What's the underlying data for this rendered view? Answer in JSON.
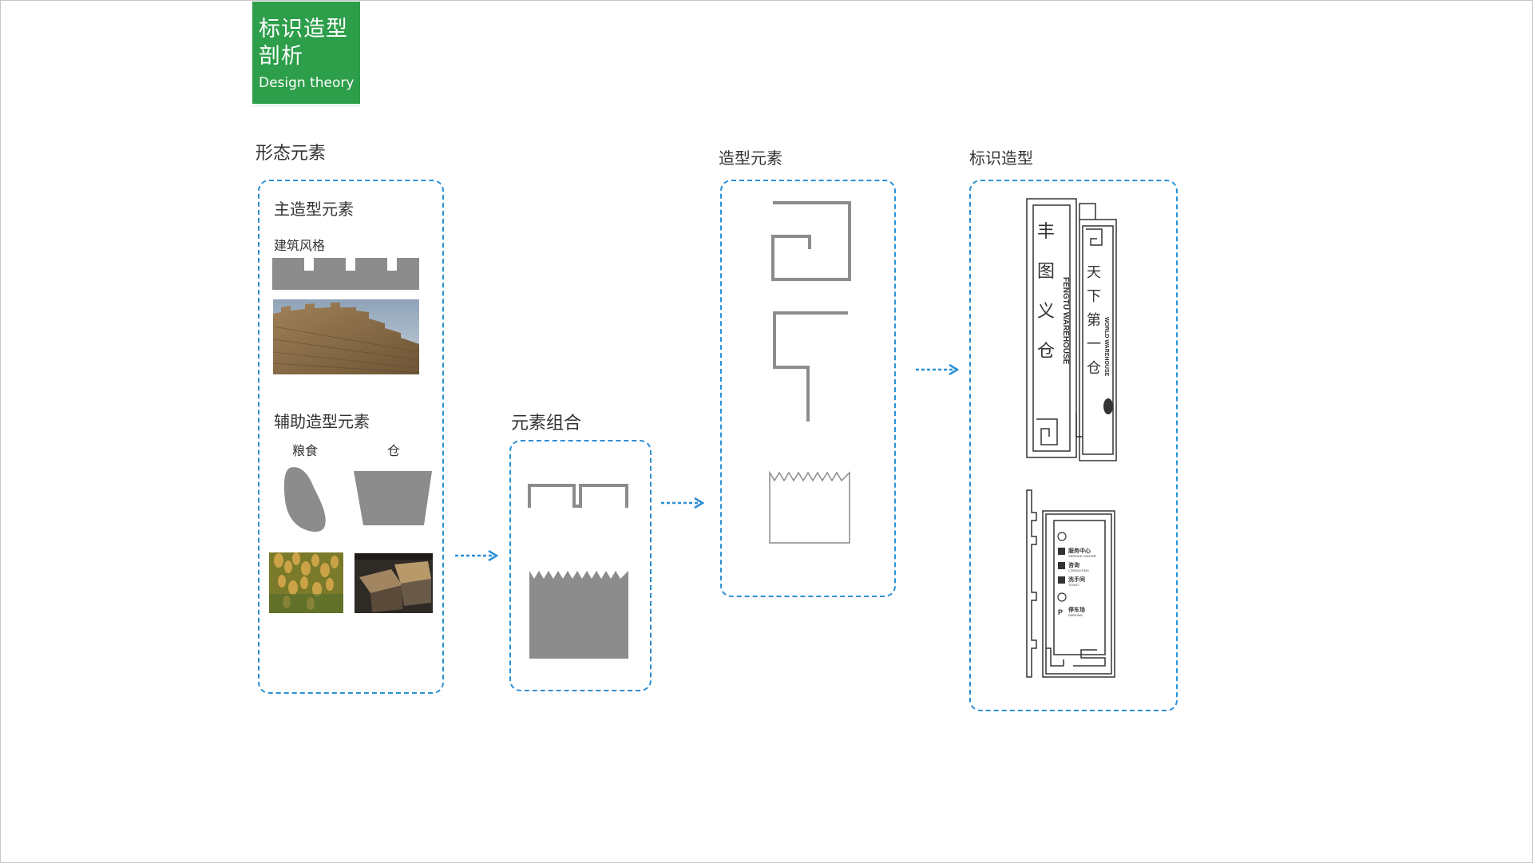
{
  "header": {
    "title": "标识造型\n剖析",
    "subtitle": "Design theory",
    "color": "#2d9e4a"
  },
  "sections": {
    "form_elements": "形态元素",
    "element_combination": "元素组合",
    "shape_elements": "造型元素",
    "sign_shape": "标识造型"
  },
  "panel1": {
    "main_elements": "主造型元素",
    "architecture_style": "建筑风格",
    "auxiliary_elements": "辅助造型元素",
    "grain": "粮食",
    "granary": "仓"
  },
  "sign_main": {
    "left_text": "丰图义仓",
    "left_english": "FENGTU WAREHOUSE",
    "right_text": "天下第一仓",
    "right_english": "WORLD WAREHOUSE"
  },
  "sign_guide": {
    "items": [
      {
        "cn": "服务中心",
        "en": "SERVICE CENTER"
      },
      {
        "cn": "咨询",
        "en": "CONSULTING"
      },
      {
        "cn": "洗手间",
        "en": "TOILET"
      },
      {
        "cn": "停车场",
        "en": "PARKING"
      }
    ]
  },
  "colors": {
    "accent_blue": "#2b8fd6",
    "shape_gray": "#8c8c8c"
  }
}
